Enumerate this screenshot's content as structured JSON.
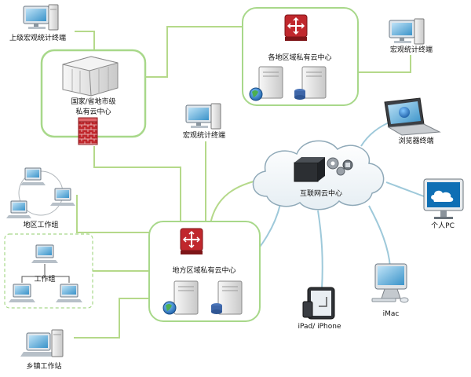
{
  "nodes": {
    "upper_terminal": "上级宏观统计终端",
    "national_center_line1": "国家/省地市级",
    "national_center_line2": "私有云中心",
    "regional_centers": "各地区域私有云中心",
    "macro_terminal_right": "宏观统计终端",
    "macro_terminal_mid": "宏观统计终端",
    "browser_terminal": "浏览器终端",
    "internet_cloud": "互联网云中心",
    "personal_pc": "个人PC",
    "area_workgroup": "地区工作组",
    "workgroup": "工作组",
    "local_center": "地方区域私有云中心",
    "ipad_iphone": "iPad/ iPhone",
    "imac": "iMac",
    "town_station": "乡镇工作站"
  },
  "colors": {
    "link": "#b5d98a",
    "cloud_link": "#9ec9da",
    "panel_border": "#9fd27a",
    "firewall": "#c0282d"
  }
}
